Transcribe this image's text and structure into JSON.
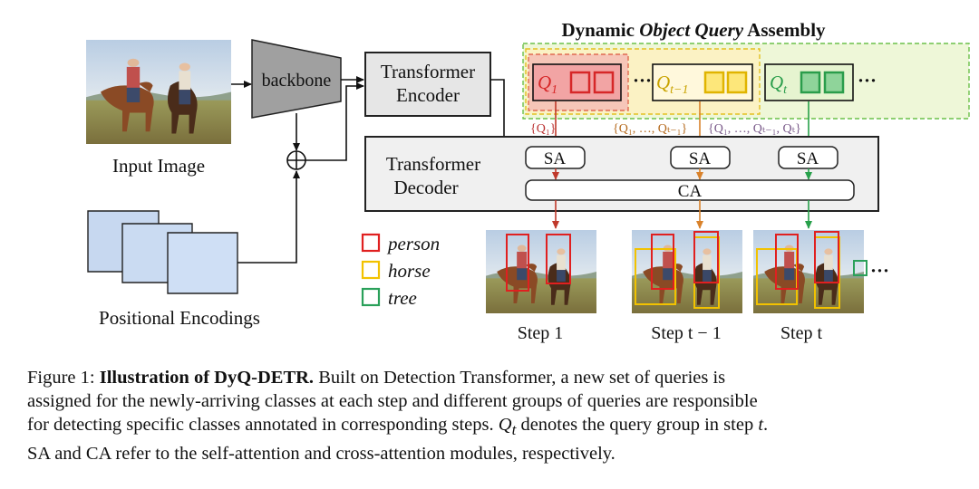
{
  "diagram": {
    "title_prefix": "Dynamic ",
    "title_italic": "Object Query",
    "title_suffix": " Assembly",
    "input_label": "Input Image",
    "backbone_label": "backbone",
    "encoder_line1": "Transformer",
    "encoder_line2": "Encoder",
    "decoder_line1": "Transformer",
    "decoder_line2": "Decoder",
    "sa_label": "SA",
    "ca_label": "CA",
    "plus_symbol": "⊕",
    "pos_enc_label": "Positional Encodings",
    "queries": [
      {
        "base": "Q",
        "sub": "1",
        "color": "#d62728"
      },
      {
        "base": "Q",
        "sub": "t−1",
        "color": "#c9a300"
      },
      {
        "base": "Q",
        "sub": "t",
        "color": "#2a9d4b"
      }
    ],
    "ellipsis": "···",
    "sets": [
      {
        "text": "{Q₁}",
        "color": "#b33"
      },
      {
        "text": "{Q₁, …, Qₜ₋₁}",
        "color": "#b56a1e"
      },
      {
        "text": "{Q₁, …, Qₜ₋₁, Qₜ}",
        "color": "#7a5a8a"
      }
    ],
    "legend": [
      {
        "label": "person",
        "color": "#e02020"
      },
      {
        "label": "horse",
        "color": "#f2c200"
      },
      {
        "label": "tree",
        "color": "#2aa05a"
      }
    ],
    "steps": [
      "Step 1",
      "Step t − 1",
      "Step t"
    ]
  },
  "caption": {
    "line1_prefix": "Figure 1: ",
    "line1_bold": "Illustration of DyQ-DETR.",
    "line1_rest": " Built on Detection Transformer, a new set of queries is",
    "line2": "assigned for the newly-arriving classes at each step and different groups of queries are responsible",
    "line3_a": "for detecting specific classes annotated in corresponding steps. ",
    "line3_q": "Q",
    "line3_qsub": "t",
    "line3_b": " denotes the query group in step ",
    "line3_t": "t",
    "line3_c": ".",
    "line4": "SA and CA refer to the self-attention and cross-attention modules, respectively."
  }
}
